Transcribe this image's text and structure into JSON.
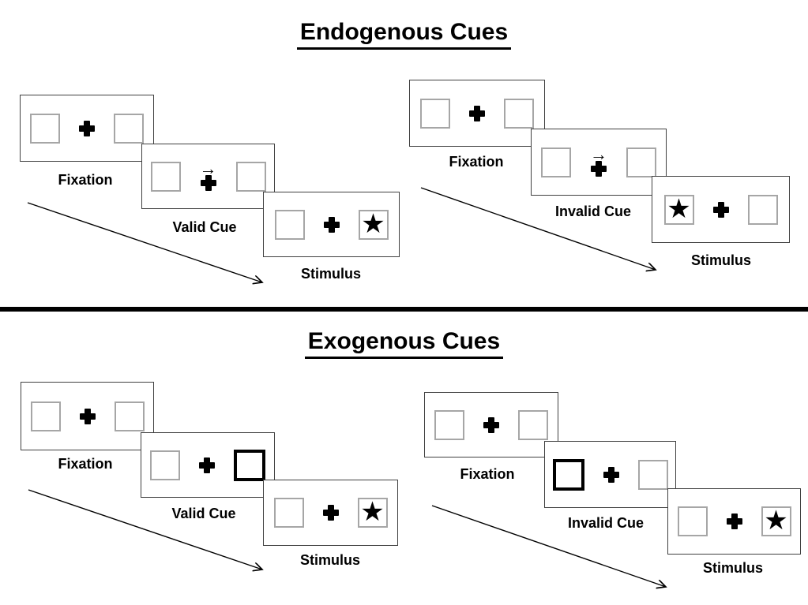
{
  "page": {
    "background": "#ffffff"
  },
  "sections": {
    "endogenous": {
      "title": "Endogenous Cues"
    },
    "exogenous": {
      "title": "Exogenous Cues"
    }
  },
  "glyphs": {
    "star": "★",
    "cue_arrow": "→"
  },
  "colors": {
    "ink": "#000000",
    "panel_border": "#404040",
    "box_border": "#a6a6a6",
    "exogenous_cue_border": "#000000",
    "divider": "#000000"
  },
  "groups": [
    {
      "id": "endogenous-valid",
      "section": "endogenous",
      "condition": "valid",
      "cue_style": "central-arrow",
      "cue_direction": "right",
      "target_side": "right",
      "panels": [
        {
          "label": "Fixation"
        },
        {
          "label": "Valid Cue"
        },
        {
          "label": "Stimulus"
        }
      ]
    },
    {
      "id": "endogenous-invalid",
      "section": "endogenous",
      "condition": "invalid",
      "cue_style": "central-arrow",
      "cue_direction": "right",
      "target_side": "left",
      "panels": [
        {
          "label": "Fixation"
        },
        {
          "label": "Invalid Cue"
        },
        {
          "label": "Stimulus"
        }
      ]
    },
    {
      "id": "exogenous-valid",
      "section": "exogenous",
      "condition": "valid",
      "cue_style": "peripheral-box",
      "cued_side": "right",
      "target_side": "right",
      "panels": [
        {
          "label": "Fixation"
        },
        {
          "label": "Valid Cue"
        },
        {
          "label": "Stimulus"
        }
      ]
    },
    {
      "id": "exogenous-invalid",
      "section": "exogenous",
      "condition": "invalid",
      "cue_style": "peripheral-box",
      "cued_side": "left",
      "target_side": "right",
      "panels": [
        {
          "label": "Fixation"
        },
        {
          "label": "Invalid Cue"
        },
        {
          "label": "Stimulus"
        }
      ]
    }
  ]
}
